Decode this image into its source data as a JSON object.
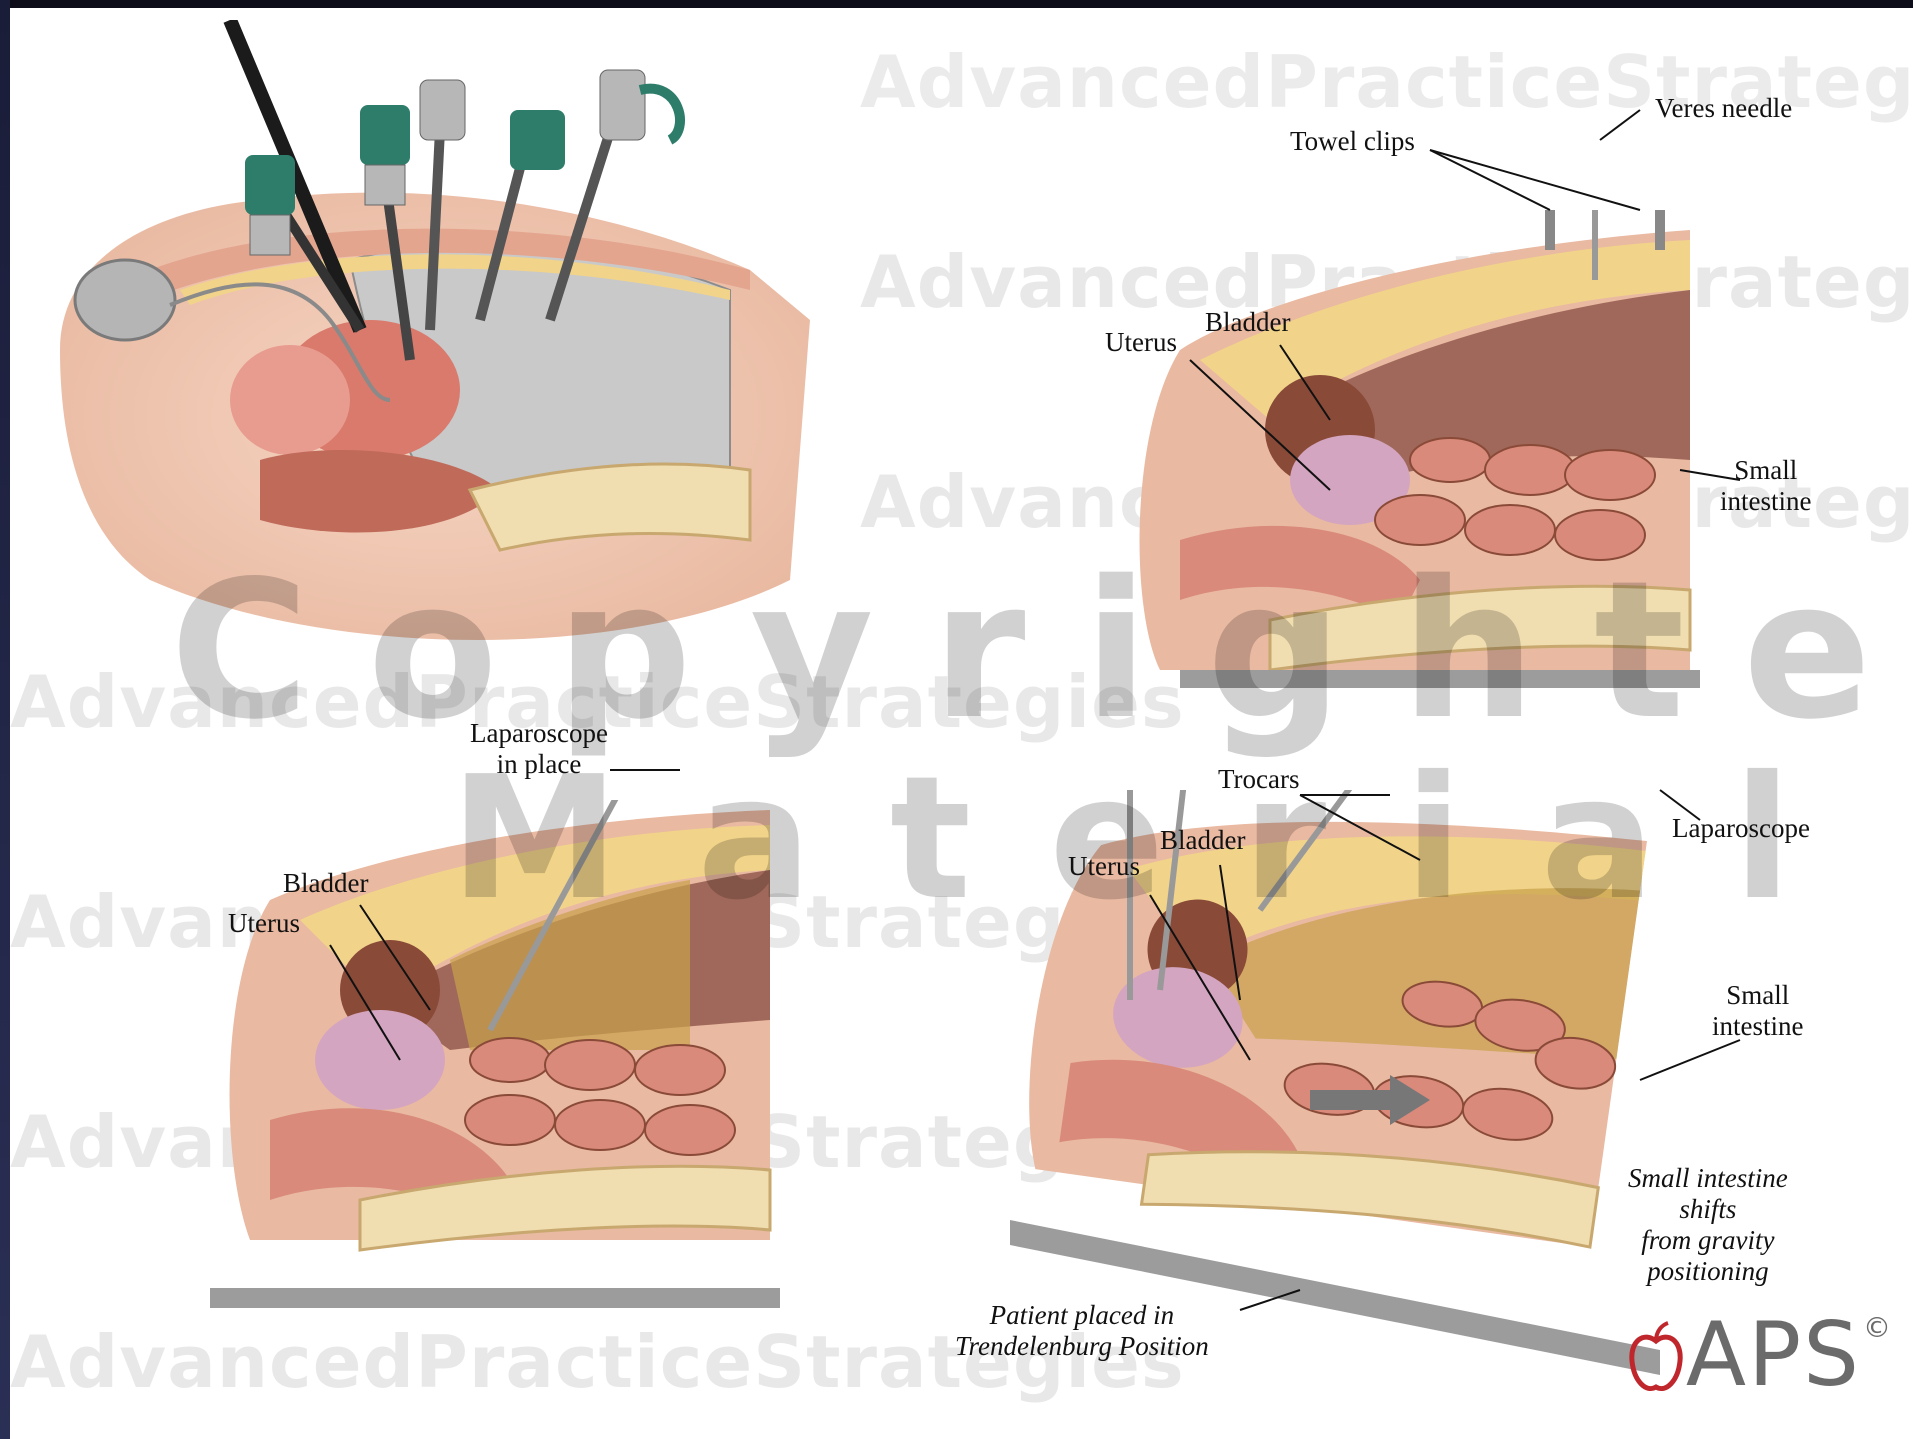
{
  "watermark": {
    "repeat_text": "AdvancedPracticeStrategies",
    "line1": "Copyrighted",
    "line2": "Material"
  },
  "panels": {
    "top_left": {},
    "top_right": {
      "labels": {
        "towel_clips": "Towel clips",
        "veres_needle": "Veres needle",
        "bladder": "Bladder",
        "uterus": "Uterus",
        "small_intestine_1": "Small",
        "small_intestine_2": "intestine"
      }
    },
    "bottom_left": {
      "labels": {
        "laparoscope_1": "Laparoscope",
        "laparoscope_2": "in place",
        "bladder": "Bladder",
        "uterus": "Uterus"
      }
    },
    "bottom_right": {
      "labels": {
        "trocars": "Trocars",
        "bladder": "Bladder",
        "uterus": "Uterus",
        "laparoscope": "Laparoscope",
        "small_intestine_1": "Small",
        "small_intestine_2": "intestine",
        "shift_1": "Small intestine",
        "shift_2": "shifts",
        "shift_3": "from gravity",
        "shift_4": "positioning",
        "trend_1": "Patient placed in",
        "trend_2": "Trendelenburg Position"
      }
    }
  },
  "logo": {
    "text": "APS",
    "copyright": "©"
  },
  "colors": {
    "tissue": "#e8b49a",
    "muscle": "#d98a7a",
    "organ_dark": "#8a4a38",
    "fat": "#f2d98e",
    "cavity": "#a0685a",
    "instrument": "#2e7d6b",
    "metal": "#b7b7b7"
  }
}
